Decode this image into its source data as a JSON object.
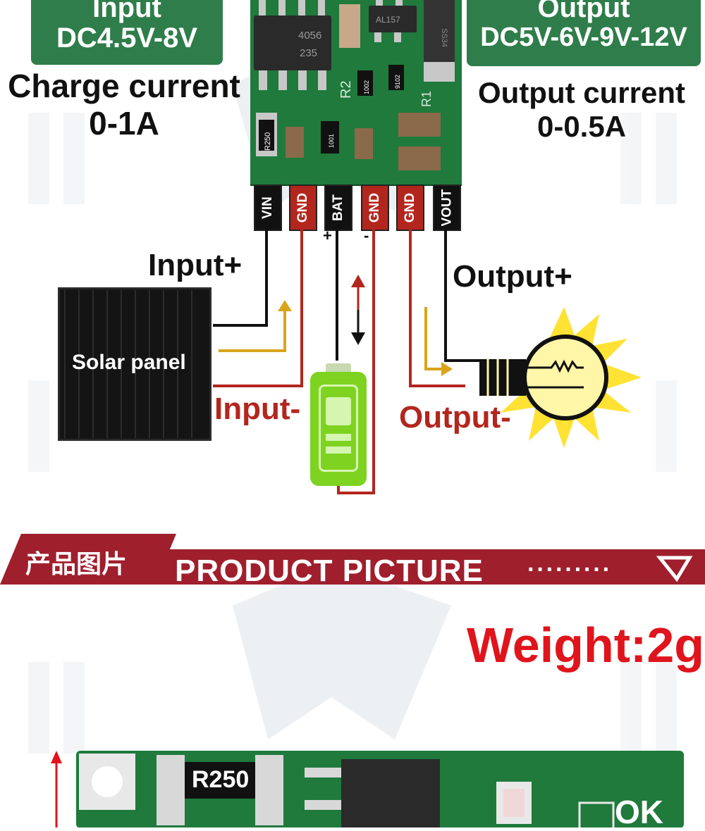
{
  "input_tag": {
    "line1": "Input",
    "line2": "DC4.5V-8V"
  },
  "output_tag": {
    "line1": "Output",
    "line2": "DC5V-6V-9V-12V"
  },
  "charge_current": {
    "label": "Charge current",
    "value": "0-1A"
  },
  "output_current": {
    "label": "Output current",
    "value": "0-0.5A"
  },
  "board": {
    "chip1_text": "4056\n235",
    "chip2_text": "AL157",
    "resistor_r250": "R250",
    "resistor_1002": "1002",
    "resistor_9102": "9102",
    "resistor_1001": "1001",
    "label_r2": "R2",
    "label_r1": "R1",
    "diode_text": "SS34"
  },
  "pins": [
    "VIN",
    "GND",
    "BAT",
    "GND",
    "GND",
    "VOUT"
  ],
  "bat_plus": "+",
  "bat_minus": "-",
  "wiring": {
    "input_plus": "Input+",
    "input_minus": "Input-",
    "output_plus": "Output+",
    "output_minus": "Output-",
    "solar_panel": "Solar panel"
  },
  "banner": {
    "cn": "产品图片",
    "en": "PRODUCT PICTURE",
    "dots": "·········"
  },
  "weight": "Weight:2g",
  "bottom_board": {
    "resistor": "R250",
    "ok": "OK"
  },
  "colors": {
    "green_tag": "#2f7d4b",
    "pcb_green": "#1f7a3c",
    "wire_red": "#b3261e",
    "arrow_yellow": "#d9a41a",
    "banner_red": "#a01f2d",
    "weight_red": "#e0141c"
  }
}
